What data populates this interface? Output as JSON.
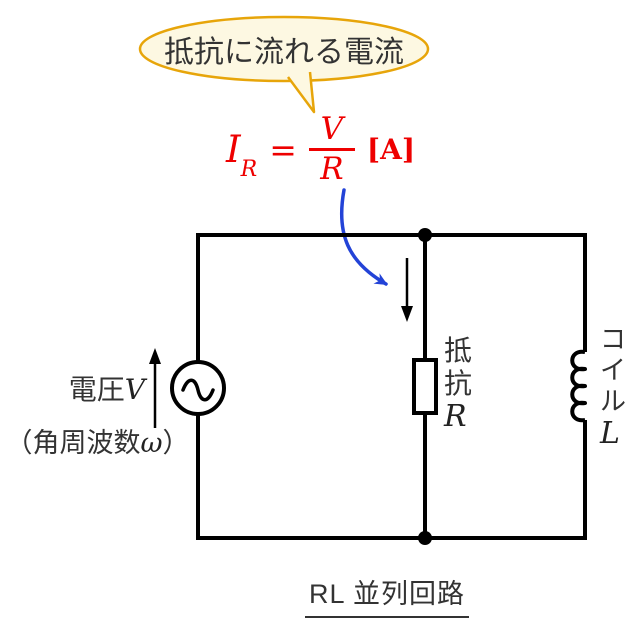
{
  "bubble": {
    "text": "抵抗に流れる電流"
  },
  "formula": {
    "lhs_symbol": "I",
    "lhs_sub": "R",
    "equals": "=",
    "numerator": "V",
    "denominator": "R",
    "unit": "[A]"
  },
  "source": {
    "label_prefix": "電圧",
    "label_symbol": "V",
    "sub_open": "（角周波数",
    "sub_symbol": "ω",
    "sub_close": "）"
  },
  "resistor": {
    "lines": [
      "抵",
      "抗"
    ],
    "symbol": "R"
  },
  "inductor": {
    "lines": [
      "コ",
      "イ",
      "ル"
    ],
    "symbol": "L"
  },
  "caption": {
    "text": "RL 並列回路"
  },
  "colors": {
    "formula_red": "#ee0000",
    "pointer_blue": "#2343d7",
    "bubble_border": "#e7a50a",
    "bubble_fill": "#fdf8e2",
    "text_dark": "#333333",
    "circuit_black": "#000000"
  }
}
